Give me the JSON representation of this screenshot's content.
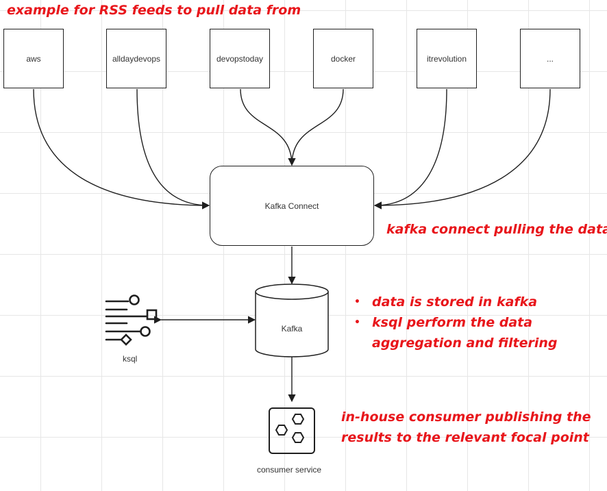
{
  "title_note": "example for RSS feeds to pull data from",
  "sources": [
    "aws",
    "alldaydevops",
    "devopstoday",
    "docker",
    "itrevolution",
    "..."
  ],
  "kafka_connect": {
    "label": "Kafka Connect",
    "note": "kafka connect pulling the data"
  },
  "kafka": {
    "label": "Kafka",
    "notes": [
      "data is stored in kafka",
      "ksql perform the data",
      "aggregation and filtering"
    ]
  },
  "ksql": {
    "label": "ksql",
    "icon": "ksql-flow-icon"
  },
  "consumer": {
    "label": "consumer service",
    "icon": "consumer-service-icon",
    "notes": [
      "in-house consumer publishing the",
      "results to the relevant focal point"
    ]
  },
  "colors": {
    "annotation": "#e8161b",
    "stroke": "#1f1f1f",
    "grid": "#e6e6e6"
  }
}
